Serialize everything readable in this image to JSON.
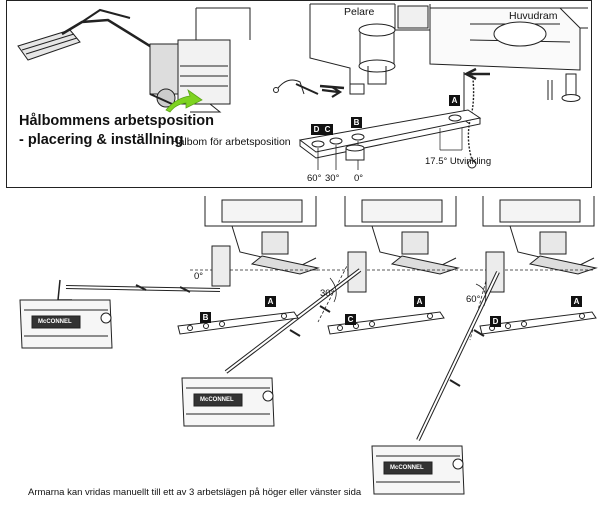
{
  "top": {
    "label_pelare": "Pelare",
    "label_huvudram": "Huvudram",
    "heading_line1": "Hålbommens arbetsposition",
    "heading_line2": "- placering & inställning",
    "label_halbom": "Hålbom för arbetsposition",
    "label_utvinkling": "17.5° Utvinkling",
    "hole_letters": [
      "D",
      "C",
      "B",
      "A"
    ],
    "angle_60": "60°",
    "angle_30": "30°",
    "angle_0": "0°"
  },
  "bottom": {
    "positions": [
      {
        "angle": "0°",
        "hole_label": "B",
        "ref_label": "A"
      },
      {
        "angle": "30°",
        "hole_label": "C",
        "ref_label": "A"
      },
      {
        "angle": "60°",
        "hole_label": "D",
        "ref_label": "A"
      }
    ],
    "brand": "McCONNEL",
    "caption": "Armarna kan vridas manuellt till ett av 3 arbetslägen på höger eller vänster sida"
  }
}
